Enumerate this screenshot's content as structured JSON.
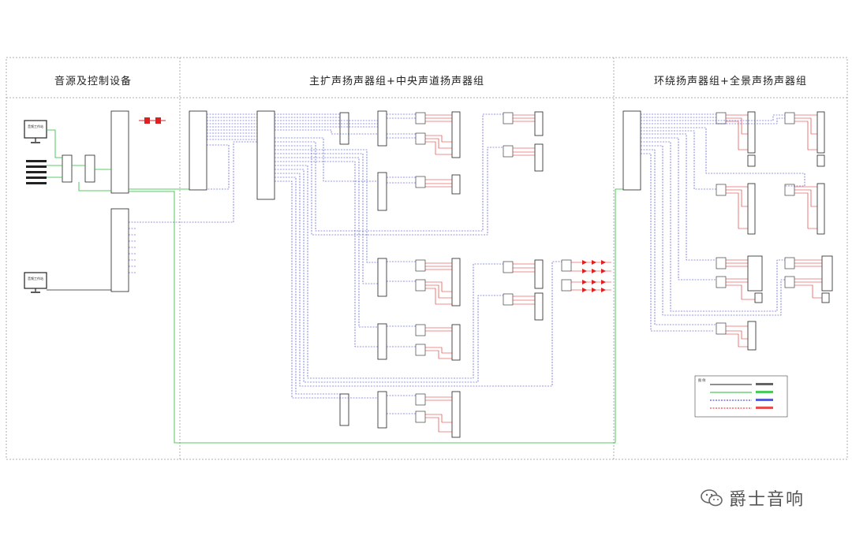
{
  "sections": [
    {
      "title": "音源及控制设备"
    },
    {
      "title": "主扩声扬声器组+中央声道扬声器组"
    },
    {
      "title": "环绕扬声器组+全景声扬声器组"
    }
  ],
  "source_devices": {
    "workstation_top": "音频工作站",
    "workstation_bottom": "音频工作站"
  },
  "legend": {
    "title": "图 例"
  },
  "colors": {
    "black_line": "#222222",
    "green_line": "#22bb33",
    "blue_line": "#2a35c8",
    "red_line": "#e02020",
    "frame": "#999999"
  },
  "watermark": {
    "text": "爵士音响",
    "icon": "wechat-icon"
  }
}
